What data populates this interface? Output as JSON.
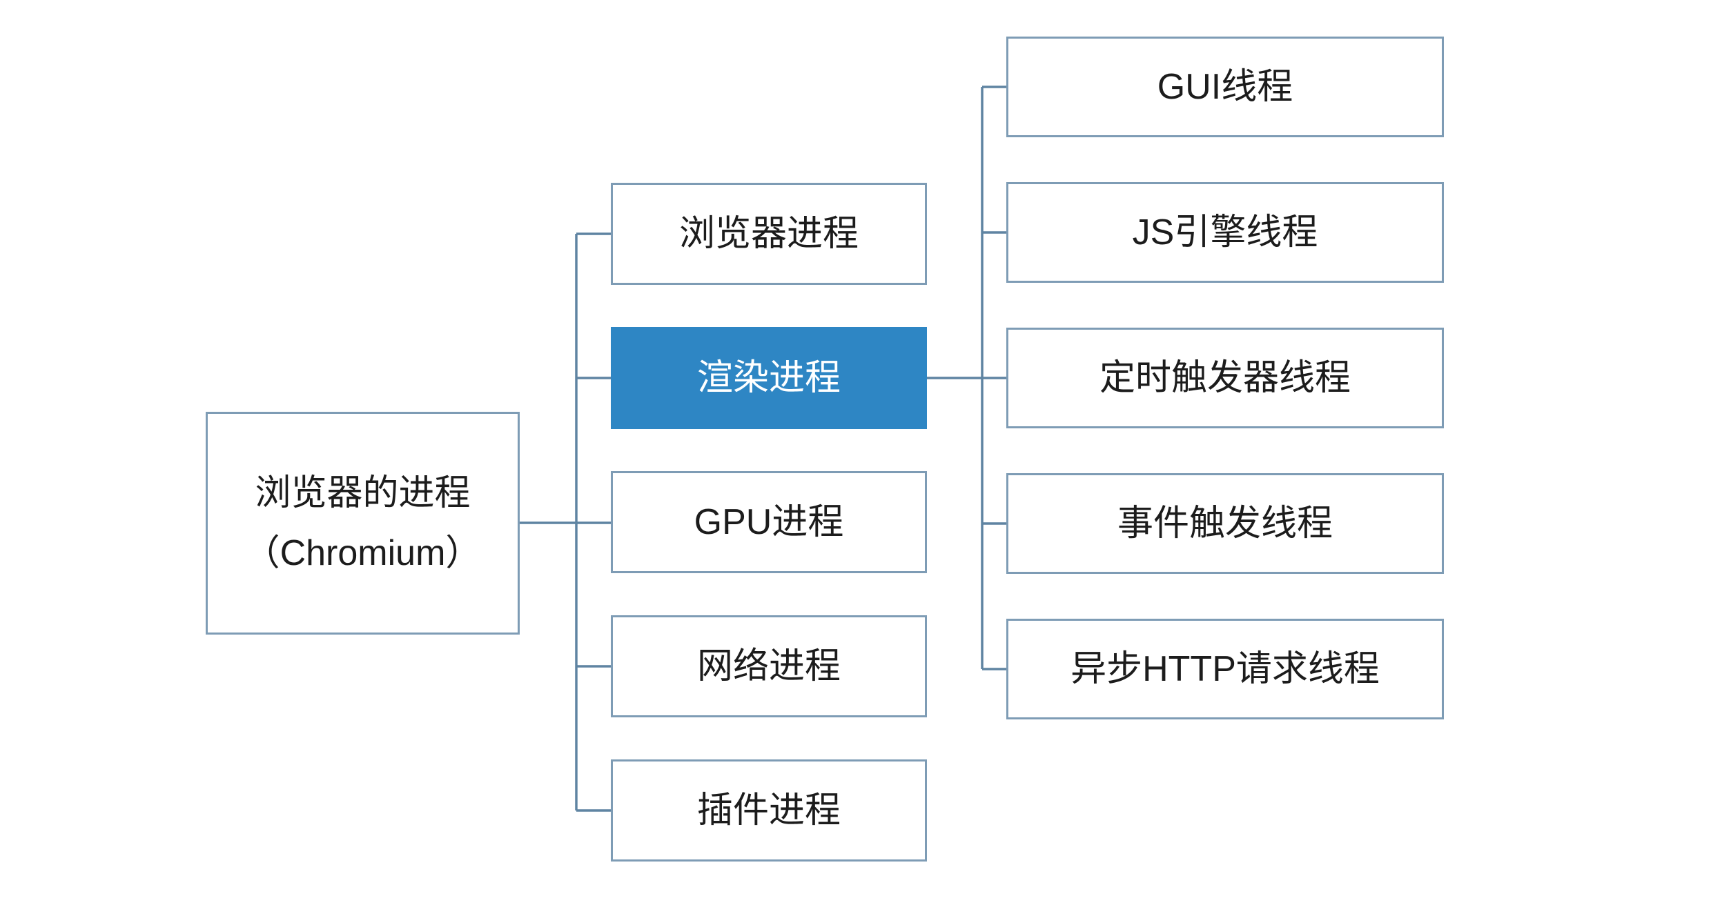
{
  "diagram": {
    "title": "Chromium browser process / thread architecture",
    "root": {
      "line1": "浏览器的进程",
      "line2": "（Chromium）"
    },
    "middle": {
      "items": [
        {
          "label": "浏览器进程",
          "highlighted": false
        },
        {
          "label": "渲染进程",
          "highlighted": true
        },
        {
          "label": "GPU进程",
          "highlighted": false
        },
        {
          "label": "网络进程",
          "highlighted": false
        },
        {
          "label": "插件进程",
          "highlighted": false
        }
      ]
    },
    "right": {
      "items": [
        {
          "label": "GUI线程"
        },
        {
          "label": "JS引擎线程"
        },
        {
          "label": "定时触发器线程"
        },
        {
          "label": "事件触发线程"
        },
        {
          "label": "异步HTTP请求线程"
        }
      ]
    },
    "colors": {
      "highlight_fill": "#2e86c4",
      "highlight_text": "#ffffff",
      "box_border": "#7e9cb5",
      "connector": "#5f84a2",
      "text": "#1c1c1c",
      "background": "#ffffff"
    }
  }
}
